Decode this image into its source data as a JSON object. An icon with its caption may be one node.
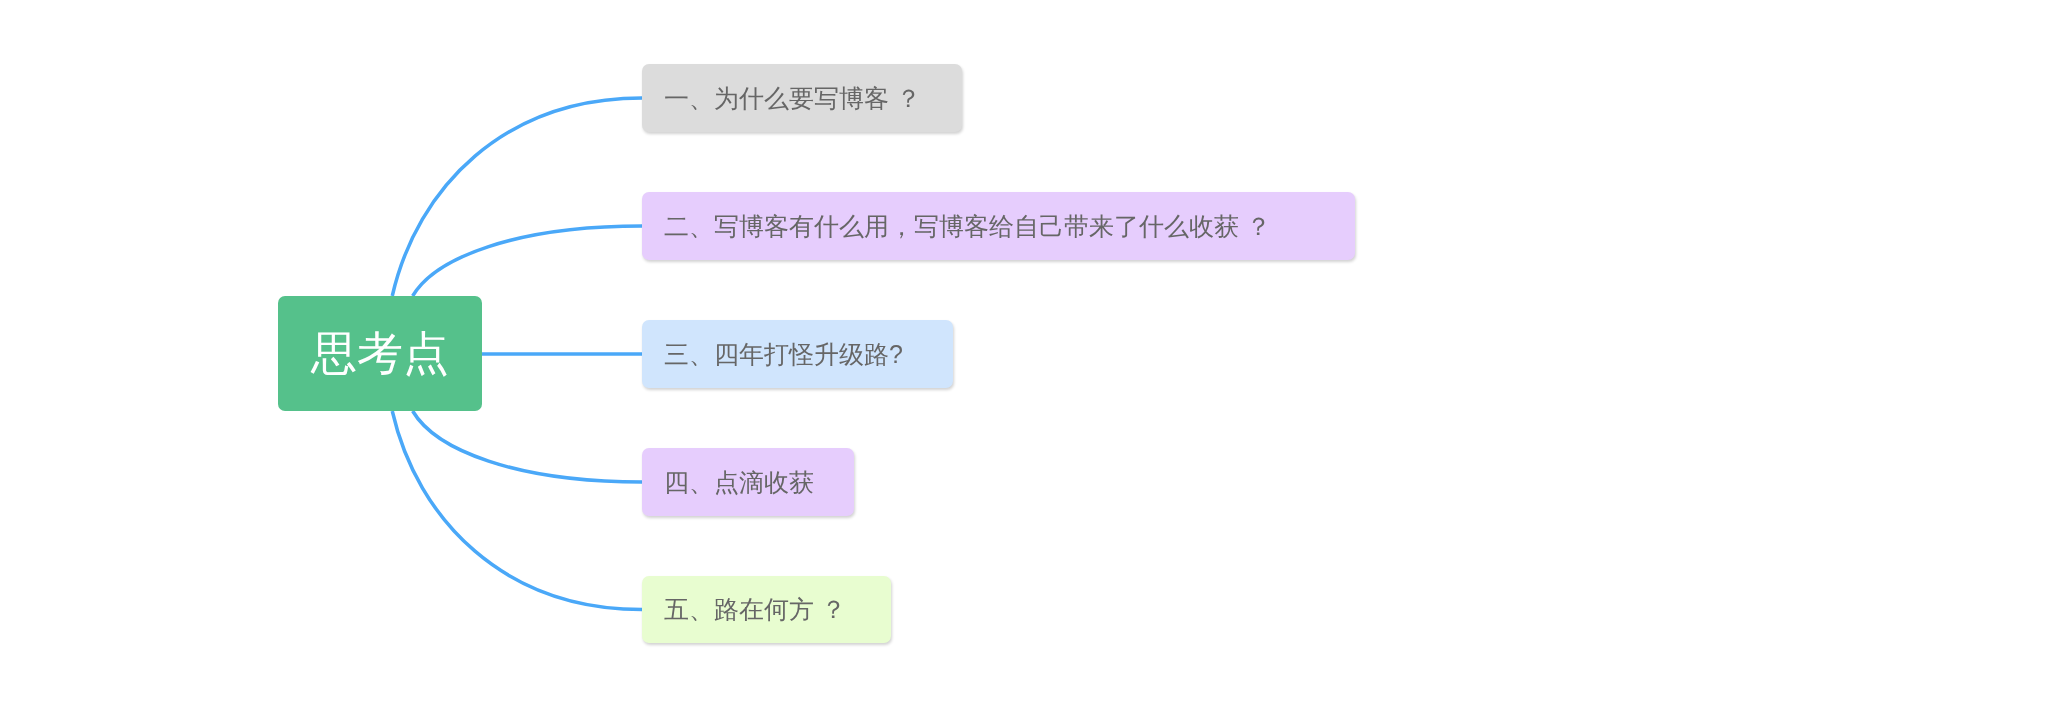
{
  "diagram": {
    "nodes": [
      {
        "text": [
          "思考点"
        ]
      },
      {
        "text": [
          "一、为什么要写博客 ？"
        ]
      },
      {
        "text": [
          "二、写博客有什么用，写博客给自己带来了什么收获 ？"
        ]
      },
      {
        "text": [
          "三、四年打怪升级路?"
        ]
      },
      {
        "text": [
          "四、点滴收获"
        ]
      },
      {
        "text": [
          "五、路在何方 ？"
        ]
      }
    ],
    "edges": [
      {
        "from": 0,
        "to": 1,
        "arrow": "none"
      },
      {
        "from": 0,
        "to": 2,
        "arrow": "none"
      },
      {
        "from": 0,
        "to": 3,
        "arrow": "none"
      },
      {
        "from": 0,
        "to": 4,
        "arrow": "none"
      },
      {
        "from": 0,
        "to": 5,
        "arrow": "none"
      }
    ]
  }
}
